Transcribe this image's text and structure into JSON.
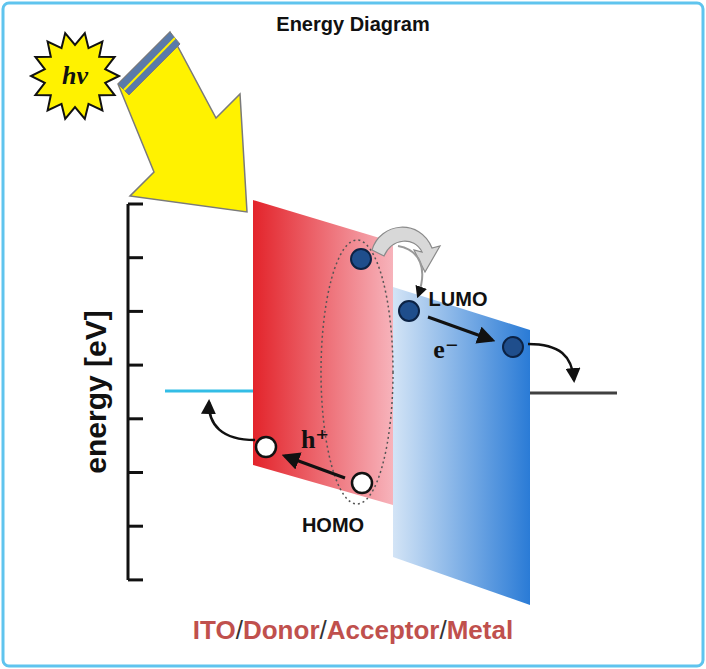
{
  "diagram": {
    "title": "Energy Diagram",
    "labels": [
      "hv",
      "energy [eV]",
      "LUMO",
      "e⁻",
      "h⁺",
      "HOMO",
      "ITO",
      "/",
      "Donor",
      "/",
      "Acceptor",
      "/",
      "Metal"
    ]
  }
}
